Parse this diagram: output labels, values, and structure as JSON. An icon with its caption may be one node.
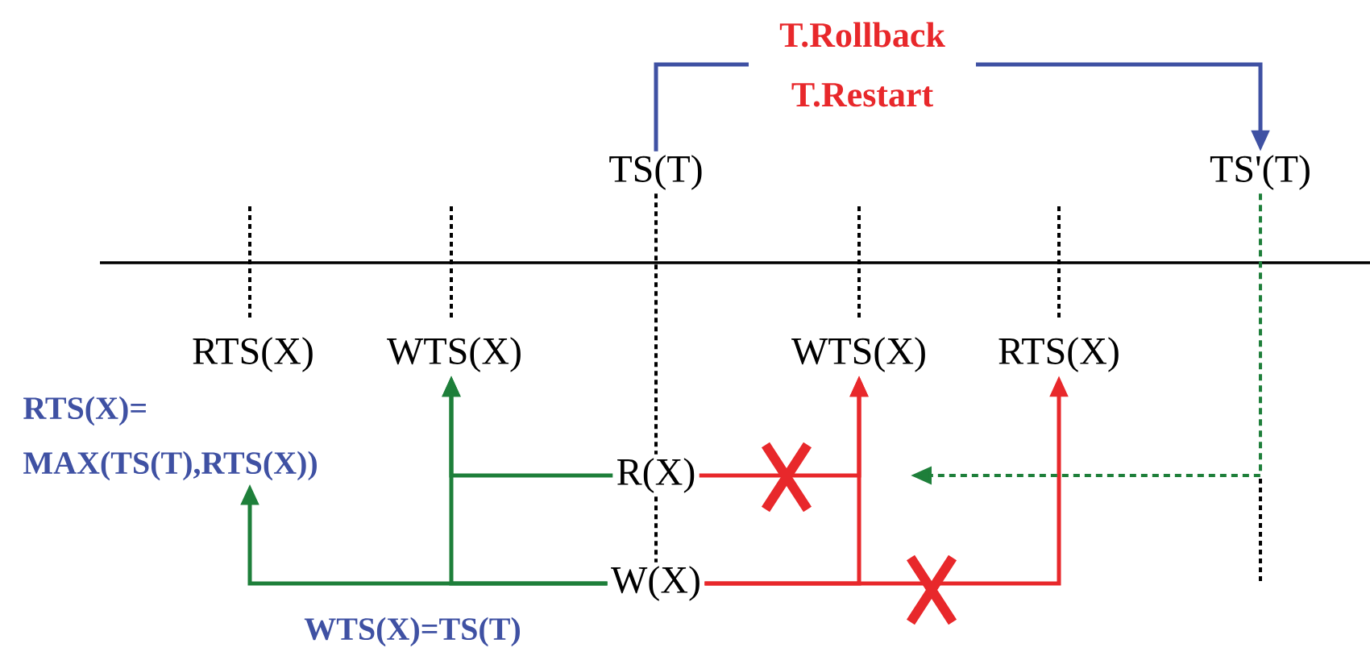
{
  "diagram": {
    "nodes": [
      {
        "text": [
          "TS(T)"
        ]
      },
      {
        "text": [
          "TS'(T)"
        ]
      },
      {
        "text": [
          "RTS(X)"
        ]
      },
      {
        "text": [
          "WTS(X)"
        ]
      },
      {
        "text": [
          "R(X)"
        ]
      },
      {
        "text": [
          "W(X)"
        ]
      },
      {
        "text": [
          "WTS(X)"
        ]
      },
      {
        "text": [
          "RTS(X)"
        ]
      },
      {
        "text": [
          "RTS(X)= MAX(TS(T),RTS(X))"
        ]
      }
    ],
    "edges": [
      {
        "from": 0,
        "to": 1,
        "arrow": "to",
        "label": "T.Rollback T.Restart",
        "color": "#3f51a3"
      },
      {
        "from": 4,
        "to": 3,
        "arrow": "to",
        "color": "#1e7f3a"
      },
      {
        "from": 5,
        "to": 8,
        "arrow": "to",
        "color": "#1e7f3a"
      },
      {
        "from": 5,
        "to": 3,
        "arrow": "to",
        "color": "#1e7f3a"
      },
      {
        "from": 4,
        "to": 6,
        "arrow": "to",
        "color": "#e8282b"
      },
      {
        "from": 5,
        "to": 6,
        "arrow": "to",
        "color": "#e8282b"
      },
      {
        "from": 5,
        "to": 7,
        "arrow": "to",
        "color": "#e8282b"
      },
      {
        "from": 1,
        "to": null,
        "arrow": "to",
        "style": "dashed",
        "color": "#1e7f3a"
      },
      {
        "from": 0,
        "to": 4,
        "arrow": "none",
        "style": "dashed",
        "color": "#000000"
      },
      {
        "from": 4,
        "to": 5,
        "arrow": "none",
        "style": "dashed",
        "color": "#000000"
      }
    ],
    "labels": [
      "WTS(X)=TS(T)"
    ]
  }
}
